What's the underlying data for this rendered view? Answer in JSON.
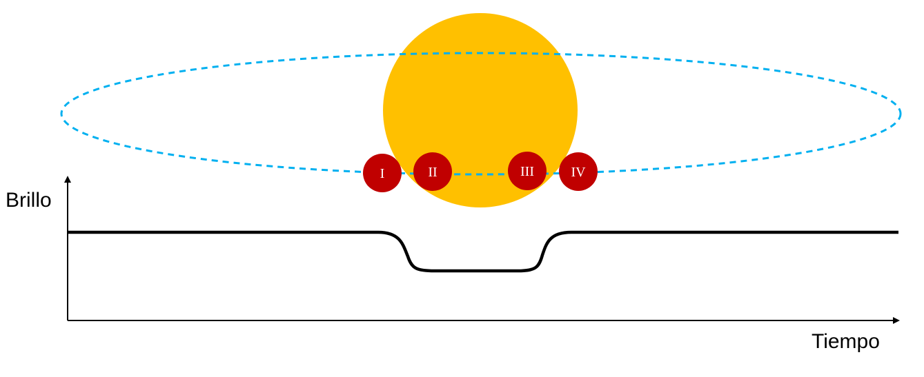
{
  "diagram": {
    "y_axis_label": "Brillo",
    "x_axis_label": "Tiempo",
    "phases": [
      {
        "label": "I"
      },
      {
        "label": "II"
      },
      {
        "label": "III"
      },
      {
        "label": "IV"
      }
    ],
    "colors": {
      "star": "#FFC000",
      "planet": "#C00000",
      "orbit": "#00B0F0",
      "light_curve": "#000000",
      "axes": "#000000"
    }
  }
}
